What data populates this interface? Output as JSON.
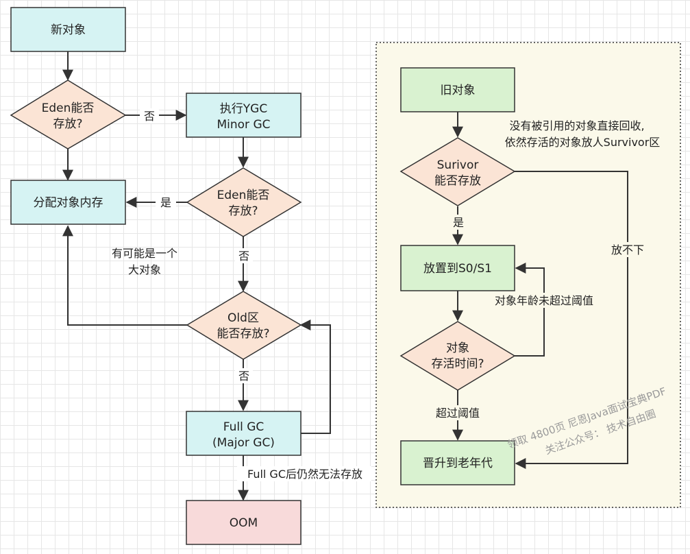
{
  "colors": {
    "blue_fill": "#d6f3f3",
    "green_fill": "#d9f2d0",
    "peach_fill": "#fbe4d5",
    "red_fill": "#f8dada",
    "panel_fill": "#fbf9ea",
    "stroke": "#333333"
  },
  "left": {
    "new_object": "新对象",
    "eden_check1": [
      "Eden能否",
      "存放?"
    ],
    "execute_ygc": [
      "执行YGC",
      "Minor GC"
    ],
    "allocate_memory": "分配对象内存",
    "eden_check2": [
      "Eden能否",
      "存放?"
    ],
    "old_check": [
      "Old区",
      "能否存放?"
    ],
    "full_gc": [
      "Full GC",
      "(Major GC)"
    ],
    "oom": "OOM",
    "label_no_1": "否",
    "label_yes_1": "是",
    "label_no_2": "否",
    "label_no_3": "否",
    "note_large_object": [
      "有可能是一个",
      "大对象"
    ],
    "label_fullgc_fail": "Full GC后仍然无法存放"
  },
  "right": {
    "old_object": "旧对象",
    "note_collect": [
      "没有被引用的对象直接回收,",
      "依然存活的对象放人Survivor区"
    ],
    "survivor_check": [
      "Surivor",
      "能否存放"
    ],
    "label_yes": "是",
    "place_s0s1": "放置到S0/S1",
    "note_age": "对象年龄未超过阈值",
    "survive_check": [
      "对象",
      "存活时间?"
    ],
    "label_exceed": "超过阈值",
    "promote": "晋升到老年代",
    "label_cannot": "放不下"
  },
  "watermark": [
    "领取 4800页 尼恩Java面试宝典PDF",
    "关注公众号：  技术自由圈"
  ]
}
